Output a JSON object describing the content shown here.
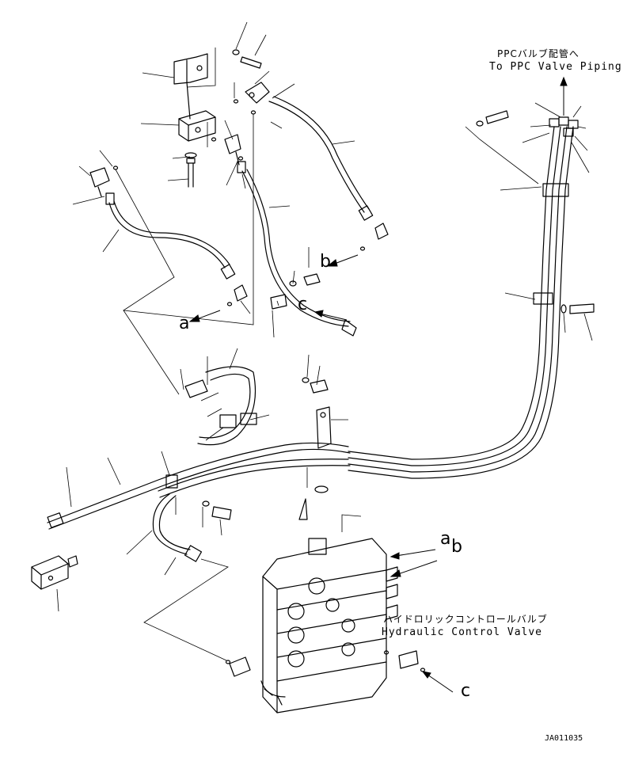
{
  "labels": {
    "ppc_jp": "PPCバルブ配管へ",
    "ppc_en": "To PPC Valve Piping",
    "hcv_jp": "ハイドロリックコントロールバルブ",
    "hcv_en": "Hydraulic Control Valve",
    "drawing_code": "JA011035"
  },
  "callouts": {
    "a_left": "a",
    "a_right": "a",
    "b_upper": "b",
    "b_right": "b",
    "c_upper": "c",
    "c_lower": "c"
  }
}
